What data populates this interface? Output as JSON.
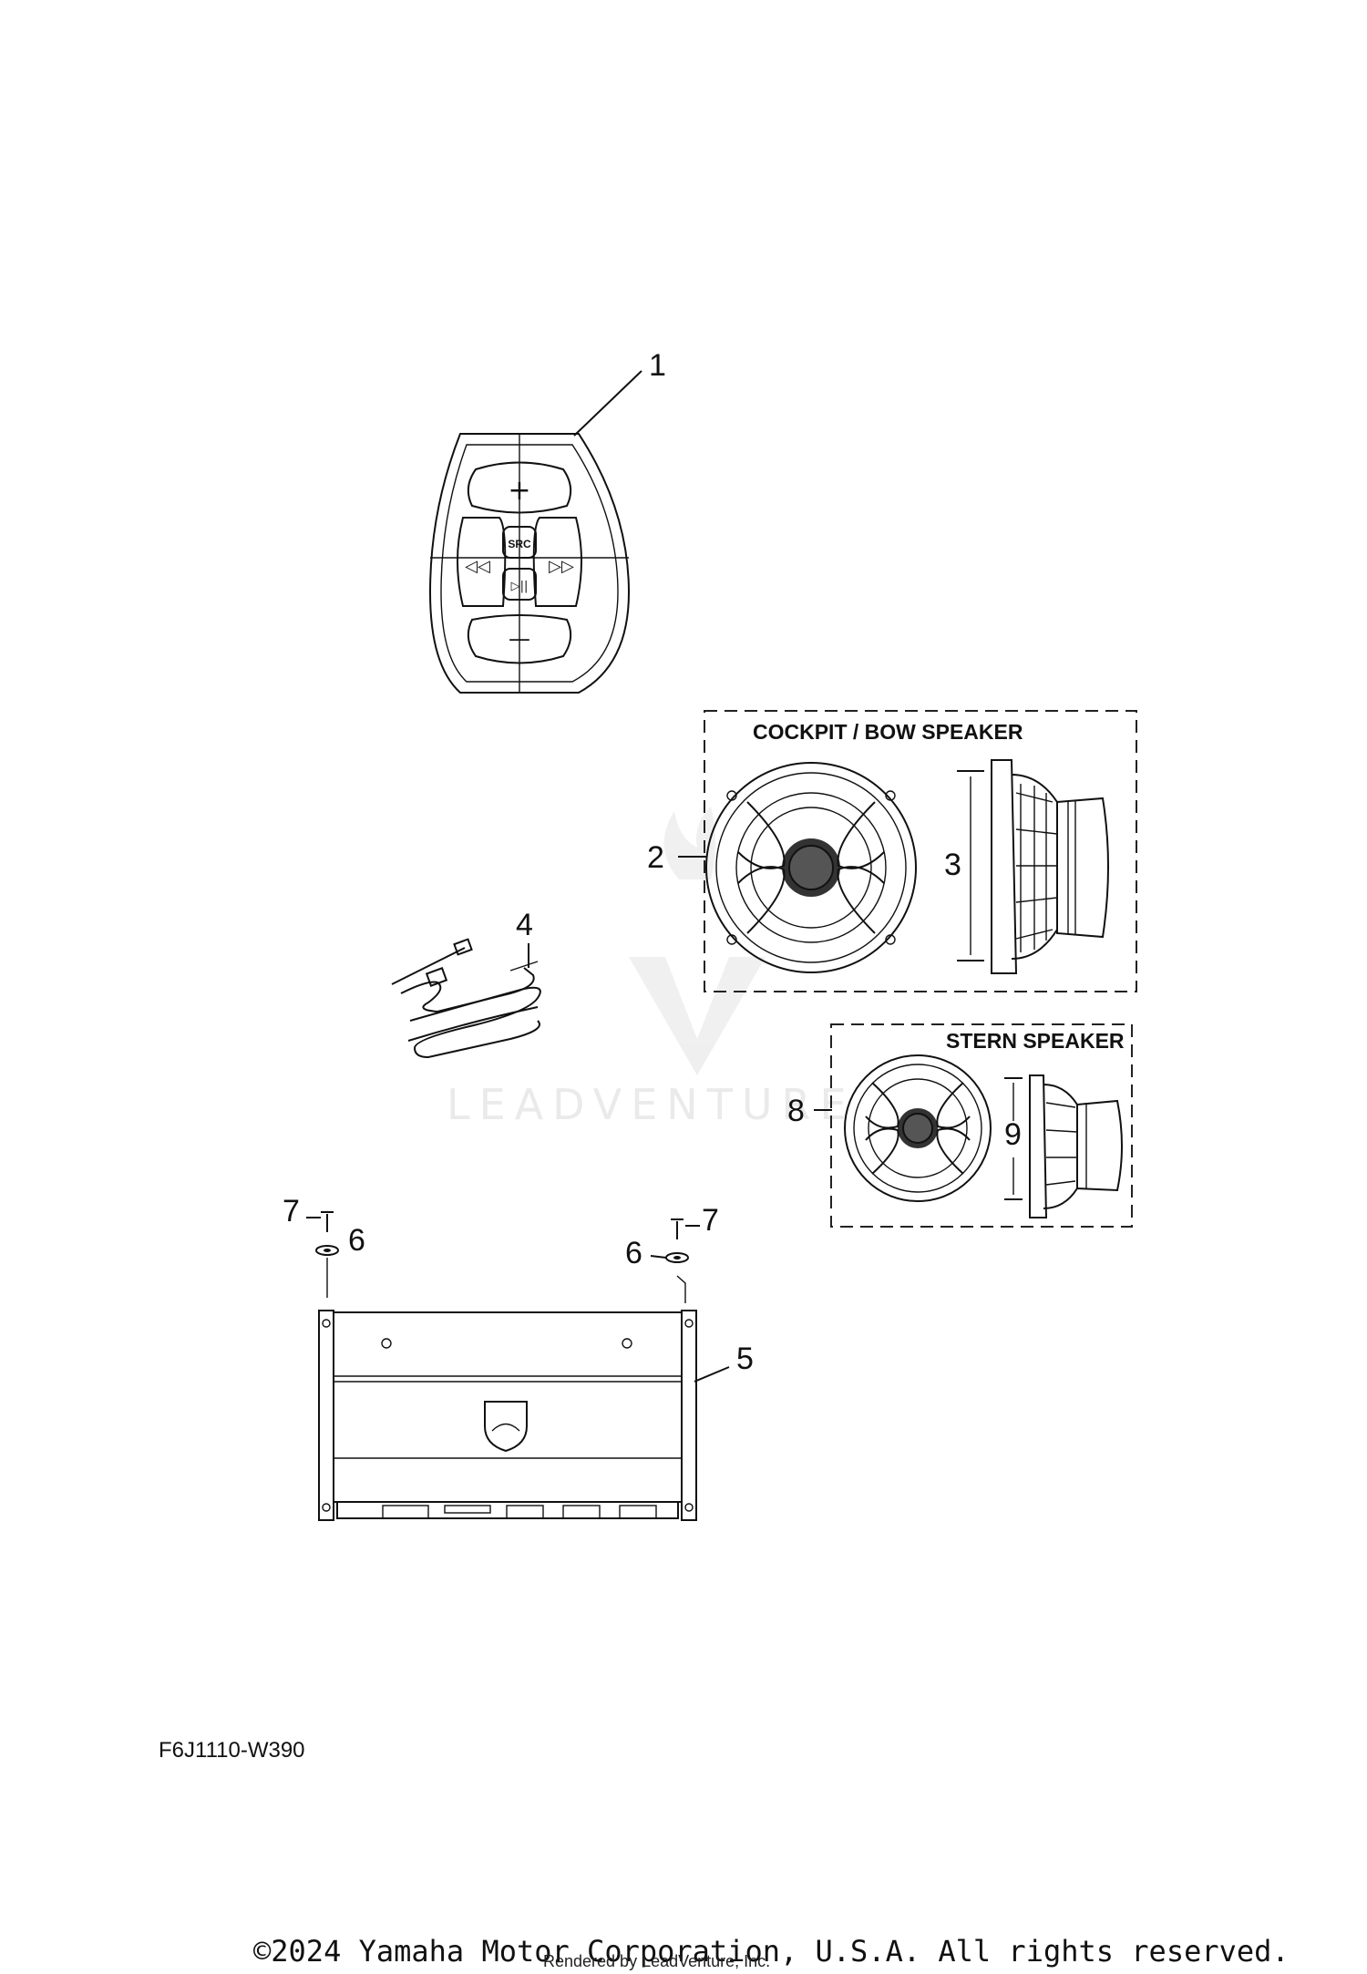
{
  "diagram": {
    "callouts": {
      "c1": "1",
      "c2": "2",
      "c3": "3",
      "c4": "4",
      "c5": "5",
      "c6a": "6",
      "c6b": "6",
      "c7a": "7",
      "c7b": "7",
      "c8": "8",
      "c9": "9"
    },
    "boxes": {
      "cockpit": "COCKPIT / BOW SPEAKER",
      "stern": "STERN SPEAKER"
    },
    "remote_buttons": {
      "plus": "+",
      "minus": "—",
      "rewind": "◁◁",
      "forward": "▷▷",
      "play_pause": "▷||",
      "source": "SRC"
    },
    "watermark": "LEADVENTURE",
    "diagram_code": "F6J1110-W390",
    "copyright": "©2024 Yamaha Motor Corporation, U.S.A. All rights reserved.",
    "rendered_by": "Rendered by LeadVenture, Inc."
  }
}
